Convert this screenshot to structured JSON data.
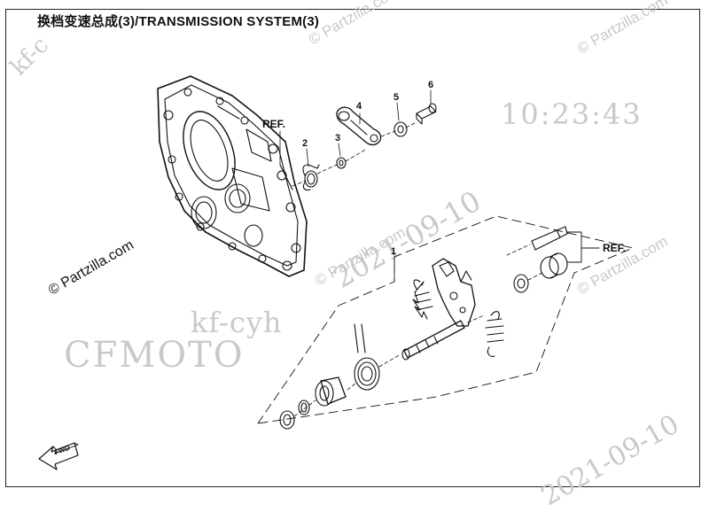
{
  "title": "换档变速总成(3)/TRANSMISSION  SYSTEM(3)",
  "watermarks": {
    "partzilla_small": "© Partzilla.com",
    "partzilla_large": "© Partzilla.com",
    "brand": "CFMOTO",
    "user": "kf-cyh",
    "date": "2021-09-10",
    "time": "10:23:43",
    "corner": "kf-c"
  },
  "callouts": [
    "1",
    "2",
    "3",
    "4",
    "5",
    "6"
  ],
  "ref_labels": [
    "REF.",
    "REF."
  ],
  "fwd_label": "FWD",
  "icons": [
    "forward-arrow-icon"
  ]
}
